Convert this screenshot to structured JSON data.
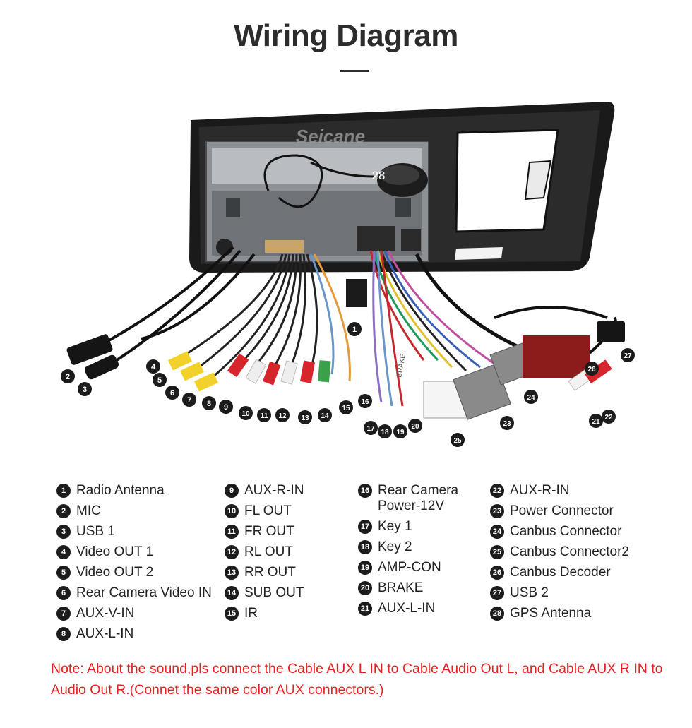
{
  "title": "Wiring Diagram",
  "watermark": "Seicane",
  "diagram_labels": [
    "1",
    "2",
    "3",
    "4",
    "5",
    "6",
    "7",
    "8",
    "9",
    "10",
    "11",
    "12",
    "13",
    "14",
    "15",
    "16",
    "17",
    "18",
    "19",
    "20",
    "21",
    "22",
    "23",
    "24",
    "25",
    "26",
    "27",
    "28"
  ],
  "cable_labels": {
    "brake": "BRAKE"
  },
  "legend": [
    [
      {
        "num": "1",
        "label": "Radio Antenna"
      },
      {
        "num": "2",
        "label": "MIC"
      },
      {
        "num": "3",
        "label": "USB 1"
      },
      {
        "num": "4",
        "label": "Video OUT 1"
      },
      {
        "num": "5",
        "label": "Video OUT 2"
      },
      {
        "num": "6",
        "label": "Rear Camera Video IN"
      },
      {
        "num": "7",
        "label": "AUX-V-IN"
      },
      {
        "num": "8",
        "label": "AUX-L-IN"
      }
    ],
    [
      {
        "num": "9",
        "label": "AUX-R-IN"
      },
      {
        "num": "10",
        "label": "FL OUT"
      },
      {
        "num": "11",
        "label": "FR OUT"
      },
      {
        "num": "12",
        "label": "RL OUT"
      },
      {
        "num": "13",
        "label": "RR OUT"
      },
      {
        "num": "14",
        "label": "SUB OUT"
      },
      {
        "num": "15",
        "label": "IR"
      }
    ],
    [
      {
        "num": "16",
        "label": "Rear Camera\nPower-12V"
      },
      {
        "num": "17",
        "label": "Key 1"
      },
      {
        "num": "18",
        "label": "Key 2"
      },
      {
        "num": "19",
        "label": "AMP-CON"
      },
      {
        "num": "20",
        "label": "BRAKE"
      },
      {
        "num": "21",
        "label": "AUX-L-IN"
      }
    ],
    [
      {
        "num": "22",
        "label": "AUX-R-IN"
      },
      {
        "num": "23",
        "label": "Power Connector"
      },
      {
        "num": "24",
        "label": "Canbus Connector"
      },
      {
        "num": "25",
        "label": "Canbus Connector2"
      },
      {
        "num": "26",
        "label": "Canbus Decoder"
      },
      {
        "num": "27",
        "label": "USB 2"
      },
      {
        "num": "28",
        "label": "GPS Antenna"
      }
    ]
  ],
  "note": "Note: About the sound,pls connect the Cable AUX L IN to Cable Audio Out L, and Cable AUX R IN to  Audio Out R.(Connet the same color AUX connectors.)",
  "colors": {
    "title": "#2c2c2c",
    "note": "#e8201f",
    "badge": "#1c1c1c",
    "rca_yellow": "#f2d12b",
    "rca_red": "#d7262b",
    "rca_white": "#eeeeee",
    "rca_green": "#3aa14a",
    "frame": "#1a1a1a",
    "decoder": "#8c1c1c"
  }
}
